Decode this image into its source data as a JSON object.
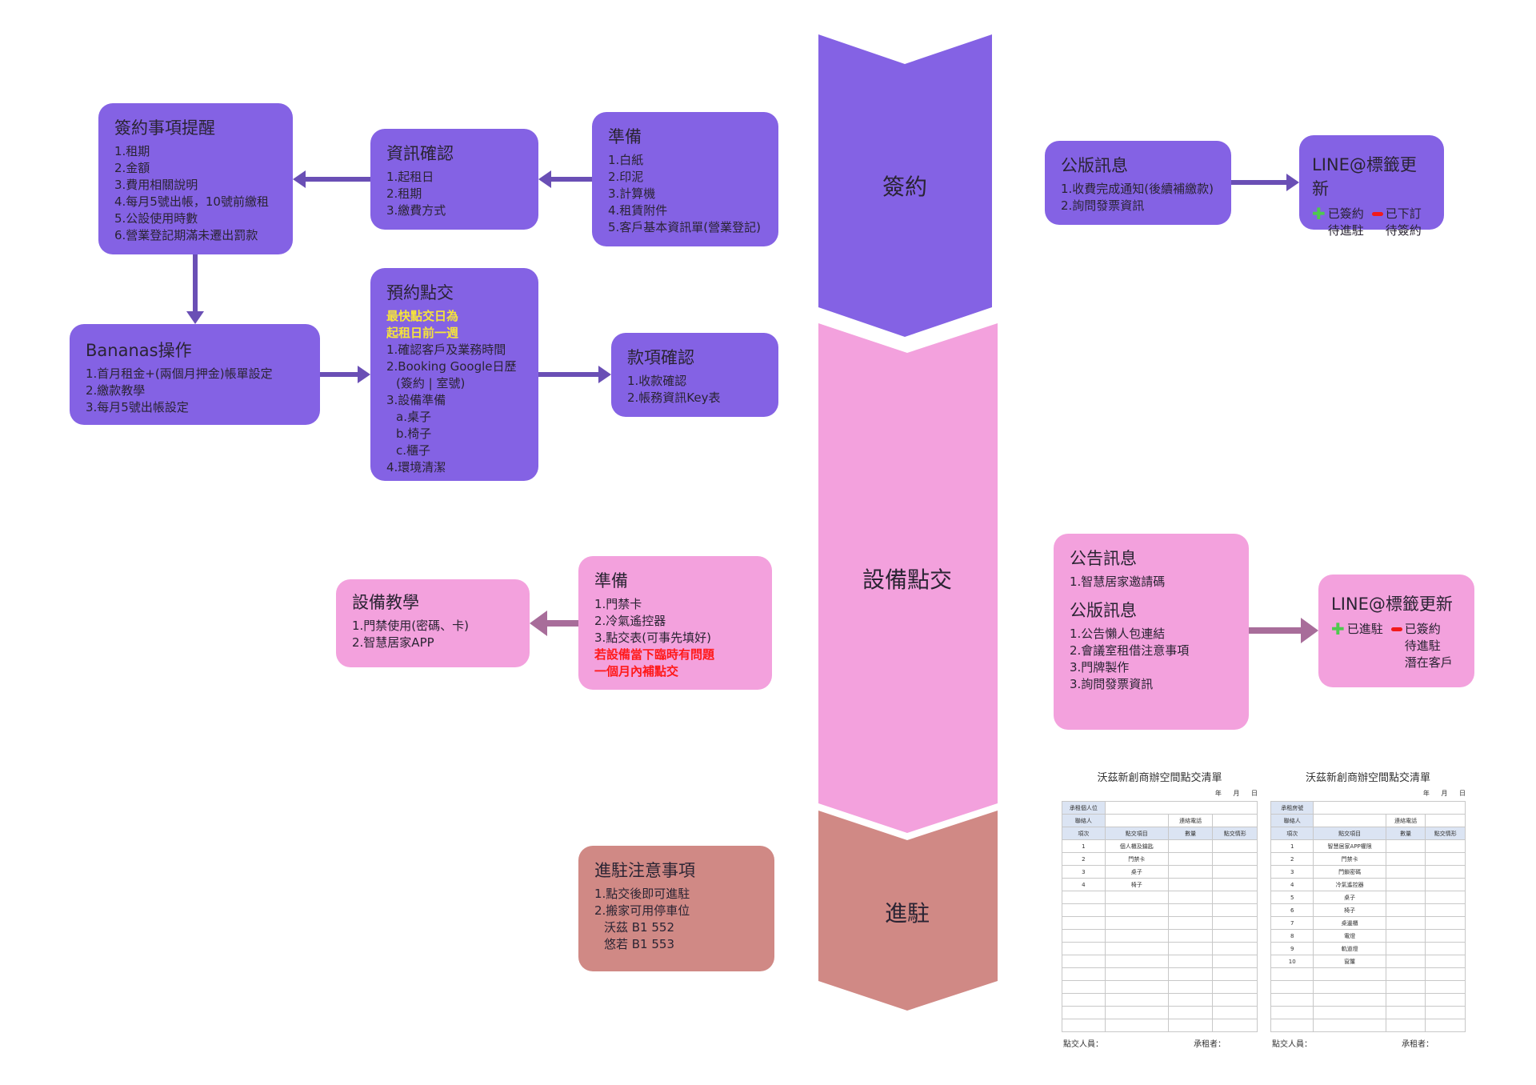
{
  "colors": {
    "purple": "#8462e4",
    "pink": "#f3a1dd",
    "brown": "#d08985",
    "arrow_purple": "#6a4fb5",
    "arrow_pink": "#a86d9a"
  },
  "stages": {
    "sign": "簽約",
    "handover": "設備點交",
    "movein": "進駐"
  },
  "boxes": {
    "sign_reminder": {
      "title": "簽約事項提醒",
      "items": [
        {
          "t": "1.租期"
        },
        {
          "t": "2.金額"
        },
        {
          "t": "3.費用相關說明"
        },
        {
          "t": "4.每月5號出帳，10號前繳租"
        },
        {
          "t": "5.公設使用時數"
        },
        {
          "t": "6.營業登記期滿未遷出罰款"
        }
      ]
    },
    "info_confirm": {
      "title": "資訊確認",
      "items": [
        {
          "t": "1.起租日"
        },
        {
          "t": "2.租期"
        },
        {
          "t": "3.繳費方式"
        }
      ]
    },
    "prep_sign": {
      "title": "準備",
      "items": [
        {
          "t": "1.白紙"
        },
        {
          "t": "2.印泥"
        },
        {
          "t": "3.計算機"
        },
        {
          "t": "4.租賃附件"
        },
        {
          "t": "5.客戶基本資訊單(營業登記)"
        }
      ]
    },
    "bananas": {
      "title": "Bananas操作",
      "items": [
        {
          "t": "1.首月租金+(兩個月押金)帳單設定"
        },
        {
          "t": "2.繳款教學"
        },
        {
          "t": "3.每月5號出帳設定"
        }
      ]
    },
    "booking": {
      "title": "預約點交",
      "items": [
        {
          "t": "最快點交日為",
          "k": "y"
        },
        {
          "t": "起租日前一週",
          "k": "y"
        },
        {
          "t": "1.確認客戶及業務時間"
        },
        {
          "t": "2.Booking Google日歷"
        },
        {
          "t": "(簽約 | 室號)",
          "k": "i"
        },
        {
          "t": "3.設備準備"
        },
        {
          "t": "a.桌子",
          "k": "i"
        },
        {
          "t": "b.椅子",
          "k": "i"
        },
        {
          "t": "c.櫃子",
          "k": "i"
        },
        {
          "t": "4.環境清潔"
        }
      ]
    },
    "payment": {
      "title": "款項確認",
      "items": [
        {
          "t": "1.收款確認"
        },
        {
          "t": "2.帳務資訊Key表"
        }
      ]
    },
    "public_msg_sign": {
      "title": "公版訊息",
      "items": [
        {
          "t": "1.收費完成通知(後續補繳款)"
        },
        {
          "t": "2.詢問發票資訊"
        }
      ]
    },
    "equip_teach": {
      "title": "設備教學",
      "items": [
        {
          "t": "1.門禁使用(密碼、卡)"
        },
        {
          "t": "2.智慧居家APP"
        }
      ]
    },
    "prep_handover": {
      "title": "準備",
      "items": [
        {
          "t": "1.門禁卡"
        },
        {
          "t": "2.冷氣遙控器"
        },
        {
          "t": "3.點交表(可事先填好)"
        },
        {
          "t": "若設備當下臨時有問題",
          "k": "r"
        },
        {
          "t": "一個月內補點交",
          "k": "r"
        }
      ]
    },
    "movein_notes": {
      "title": "進駐注意事項",
      "items": [
        {
          "t": "1.點交後即可進駐"
        },
        {
          "t": "2.搬家可用停車位"
        },
        {
          "t": "沃茲 B1 552",
          "k": "i"
        },
        {
          "t": "悠若 B1 553",
          "k": "i"
        }
      ]
    }
  },
  "announce": {
    "title1": "公告訊息",
    "items1": [
      "1.智慧居家邀請碼"
    ],
    "title2": "公版訊息",
    "items2": [
      "1.公告懶人包連結",
      "2.會議室租借注意事項",
      "3.門牌製作",
      "3.詢問發票資訊"
    ]
  },
  "line_sign": {
    "title": "LINE@標籤更新",
    "add": "已簽約\n待進駐",
    "remove": "已下訂\n待簽約"
  },
  "line_handover": {
    "title": "LINE@標籤更新",
    "add": "已進駐",
    "remove": "已簽約\n待進駐\n潛在客戶"
  },
  "sheets": [
    {
      "title": "沃茲新創商辦空間點交清單",
      "date": "年 月 日",
      "label1": "承租個人位",
      "contact": "聯絡人",
      "phone": "連絡電話",
      "cols": [
        "項次",
        "點交項目",
        "數量",
        "點交情形"
      ],
      "items": [
        [
          "1",
          "個人櫃及鑰匙"
        ],
        [
          "2",
          "門禁卡"
        ],
        [
          "3",
          "桌子"
        ],
        [
          "4",
          "椅子"
        ]
      ],
      "staff": "點交人員：",
      "tenant": "承租者："
    },
    {
      "title": "沃茲新創商辦空間點交清單",
      "date": "年 月 日",
      "label1": "承租房號",
      "contact": "聯絡人",
      "phone": "連絡電話",
      "cols": [
        "項次",
        "點交項目",
        "數量",
        "點交情形"
      ],
      "items": [
        [
          "1",
          "智慧居家APP權限"
        ],
        [
          "2",
          "門禁卡"
        ],
        [
          "3",
          "門鎖密碼"
        ],
        [
          "4",
          "冷氣遙控器"
        ],
        [
          "5",
          "桌子"
        ],
        [
          "6",
          "椅子"
        ],
        [
          "7",
          "桌邊櫃"
        ],
        [
          "8",
          "電燈"
        ],
        [
          "9",
          "軌道燈"
        ],
        [
          "10",
          "窗簾"
        ]
      ],
      "staff": "點交人員：",
      "tenant": "承租者："
    }
  ]
}
